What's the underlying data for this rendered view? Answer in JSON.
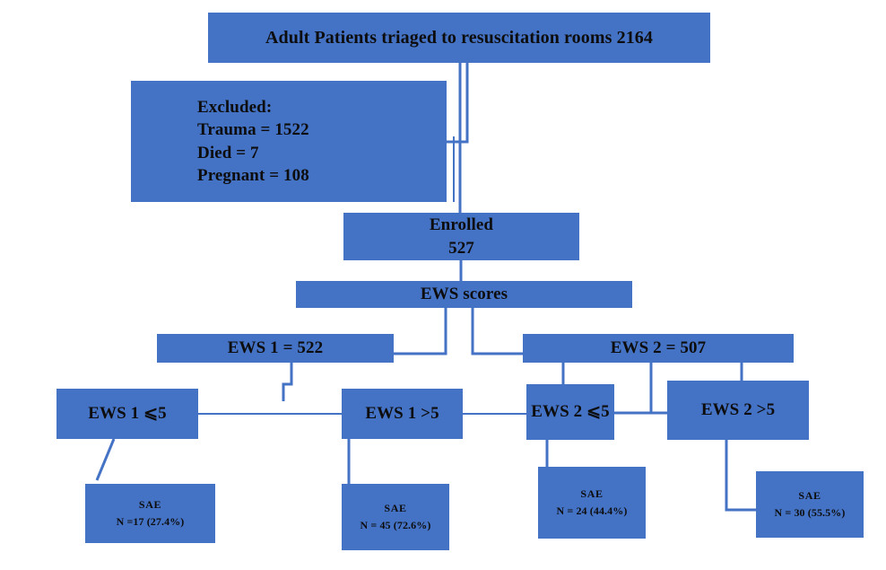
{
  "diagram": {
    "type": "flowchart",
    "title": "Adult Patients triaged to resuscitation rooms 2164",
    "accent_color": "#4472C4",
    "connector_color": "#4472C4",
    "text_color": "#0d0d0d",
    "background_color": "#ffffff"
  },
  "nodes": {
    "top": {
      "label": "Adult Patients triaged to resuscitation rooms 2164",
      "count": 2164
    },
    "excluded": {
      "heading": "Excluded:",
      "line_trauma": "Trauma = 1522",
      "line_died": "Died = 7",
      "line_pregnant": "Pregnant = 108",
      "trauma": 1522,
      "died": 7,
      "pregnant": 108
    },
    "enrolled": {
      "label": "Enrolled",
      "value": "527",
      "count": 527
    },
    "ews_scores": {
      "label": "EWS scores"
    },
    "ews1_total": {
      "label": "EWS 1 = 522",
      "count": 522
    },
    "ews2_total": {
      "label": "EWS 2 = 507",
      "count": 507
    },
    "ews1_le5": {
      "label": "EWS 1 ⩽5"
    },
    "ews1_gt5": {
      "label": "EWS 1 >5"
    },
    "ews2_le5": {
      "label": "EWS 2 ⩽5"
    },
    "ews2_gt5": {
      "label": "EWS 2 >5"
    },
    "sae1": {
      "label": "SAE",
      "value": "N =17 (27.4%)",
      "n": 17,
      "percent": 27.4
    },
    "sae2": {
      "label": "SAE",
      "value": "N = 45 (72.6%)",
      "n": 45,
      "percent": 72.6
    },
    "sae3": {
      "label": "SAE",
      "value": "N = 24 (44.4%)",
      "n": 24,
      "percent": 44.4
    },
    "sae4": {
      "label": "SAE",
      "value": "N = 30 (55.5%)",
      "n": 30,
      "percent": 55.5
    }
  },
  "chart_data": {
    "type": "table",
    "title": "Adult Patients triaged to resuscitation rooms 2164",
    "categories": [
      "EWS 1 ⩽5",
      "EWS 1 >5",
      "EWS 2 ⩽5",
      "EWS 2 >5"
    ],
    "series": [
      {
        "name": "SAE N",
        "values": [
          17,
          45,
          24,
          30
        ]
      },
      {
        "name": "SAE %",
        "values": [
          27.4,
          72.6,
          44.4,
          55.5
        ]
      }
    ],
    "flow": [
      {
        "stage": "Triaged to resuscitation rooms",
        "value": 2164
      },
      {
        "stage": "Excluded: Trauma",
        "value": 1522
      },
      {
        "stage": "Excluded: Died",
        "value": 7
      },
      {
        "stage": "Excluded: Pregnant",
        "value": 108
      },
      {
        "stage": "Enrolled",
        "value": 527
      },
      {
        "stage": "EWS 1",
        "value": 522
      },
      {
        "stage": "EWS 2",
        "value": 507
      }
    ]
  }
}
